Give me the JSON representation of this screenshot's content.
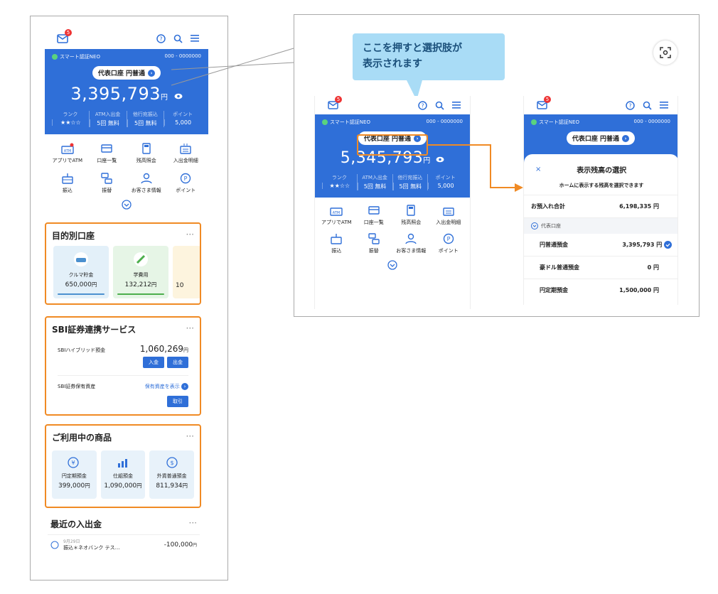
{
  "left_phone": {
    "mail_badge": "5",
    "bank_name": "スマート認証NEO",
    "account_no": "000 - 0000000",
    "account_pill": "代表口座 円普通",
    "balance": "3,395,793",
    "yen": "円",
    "stats": [
      {
        "label": "ランク",
        "value": "★★☆☆"
      },
      {
        "label": "ATM入出金",
        "value": "5回 無料"
      },
      {
        "label": "他行宛振込",
        "value": "5回 無料"
      },
      {
        "label": "ポイント",
        "value": "5,000"
      }
    ],
    "menu": [
      {
        "label": "アプリでATM",
        "icon": "atm-icon"
      },
      {
        "label": "口座一覧",
        "icon": "card-icon"
      },
      {
        "label": "残高照会",
        "icon": "calculator-icon"
      },
      {
        "label": "入出金明細",
        "icon": "ledger-icon"
      },
      {
        "label": "振込",
        "icon": "transfer-icon"
      },
      {
        "label": "振替",
        "icon": "swap-icon"
      },
      {
        "label": "お客さま情報",
        "icon": "person-icon"
      },
      {
        "label": "ポイント",
        "icon": "point-icon"
      }
    ],
    "purpose": {
      "title": "目的別口座",
      "more": "···",
      "cards": [
        {
          "label": "クルマ貯金",
          "amount": "650,000",
          "unit": "円"
        },
        {
          "label": "学費用",
          "amount": "132,212",
          "unit": "円"
        },
        {
          "label": "",
          "amount": "10",
          "unit": ""
        }
      ]
    },
    "sbi": {
      "title": "SBI証券連携サービス",
      "more": "···",
      "hybrid_label": "SBIハイブリッド預金",
      "hybrid_amount": "1,060,269",
      "hybrid_unit": "円",
      "deposit_btn": "入金",
      "withdraw_btn": "出金",
      "holdings_label": "SBI証券保有資産",
      "holdings_link": "保有資産を表示",
      "trade_btn": "取引"
    },
    "products": {
      "title": "ご利用中の商品",
      "more": "···",
      "cards": [
        {
          "label": "円定期預金",
          "amount": "399,000",
          "unit": "円",
          "icon": "yen-clock-icon"
        },
        {
          "label": "仕組預金",
          "amount": "1,090,000",
          "unit": "円",
          "icon": "growth-icon"
        },
        {
          "label": "外貨普通預金",
          "amount": "811,934",
          "unit": "円",
          "icon": "dollar-icon"
        }
      ]
    },
    "recent": {
      "title": "最近の入出金",
      "more": "···",
      "date": "9月29日",
      "desc": "振込＊ネオバンク テス…",
      "amount": "-100,000",
      "unit": "円"
    }
  },
  "callout": {
    "line1": "ここを押すと選択肢が",
    "line2": "表示されます"
  },
  "mid_phone": {
    "mail_badge": "5",
    "bank_name": "スマート認証NEO",
    "account_no": "000 - 0000000",
    "account_pill": "代表口座 円普通",
    "balance": "5,345,793",
    "yen": "円",
    "stats": [
      {
        "label": "ランク",
        "value": "★★☆☆"
      },
      {
        "label": "ATM入出金",
        "value": "5回 無料"
      },
      {
        "label": "他行宛振込",
        "value": "5回 無料"
      },
      {
        "label": "ポイント",
        "value": "5,000"
      }
    ],
    "menu": [
      {
        "label": "アプリでATM"
      },
      {
        "label": "口座一覧"
      },
      {
        "label": "残高照会"
      },
      {
        "label": "入出金明細"
      },
      {
        "label": "振込"
      },
      {
        "label": "振替"
      },
      {
        "label": "お客さま情報"
      },
      {
        "label": "ポイント"
      }
    ]
  },
  "right_phone": {
    "mail_badge": "5",
    "bank_name": "スマート認証NEO",
    "account_no": "000 - 0000000",
    "account_pill": "代表口座 円普通",
    "sheet_title": "表示残高の選択",
    "close": "×",
    "sheet_sub": "ホームに表示する残高を選択できます",
    "total_label": "お預入れ合計",
    "total_amount": "6,198,335 円",
    "group_label": "代表口座",
    "rows": [
      {
        "label": "円普通預金",
        "amount": "3,395,793 円",
        "selected": true
      },
      {
        "label": "豪ドル普通預金",
        "amount": "0 円",
        "selected": false
      },
      {
        "label": "円定期預金",
        "amount": "1,500,000 円",
        "selected": false
      }
    ]
  },
  "colors": {
    "brand": "#2f6fd8",
    "highlight": "#f08a24",
    "callout": "#a9dcf6"
  }
}
